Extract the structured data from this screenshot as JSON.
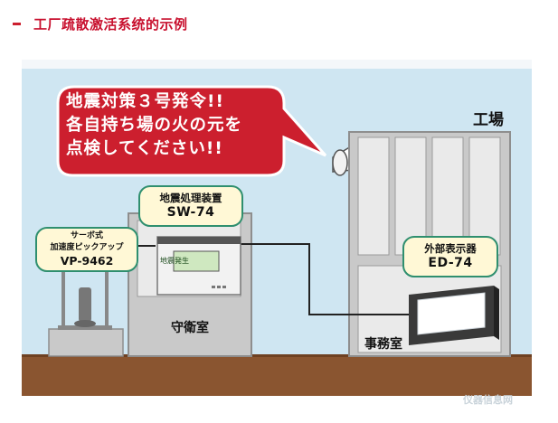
{
  "heading": {
    "title": "工厂疏散激活系统的示例"
  },
  "bubble": {
    "lines": [
      "地震対策３号発令!!",
      "各自持ち場の火の元を",
      "点検してください!!"
    ]
  },
  "factory": {
    "title": "工場",
    "office": "事務室"
  },
  "guard_room": {
    "title": "守衛室"
  },
  "processor": {
    "name": "地震処理装置",
    "model": "SW-74",
    "screen_text": "地震発生"
  },
  "pickup": {
    "name_line1": "サーボ式",
    "name_line2": "加速度ピックアップ",
    "model": "VP-9462"
  },
  "display": {
    "name": "外部表示器",
    "model": "ED-74"
  },
  "watermark": {
    "text": "仪器信息网"
  },
  "colors": {
    "accent": "#c8102e",
    "sky": "#cfe6f2",
    "ground": "#8a5530",
    "building": "#c9c9c9",
    "cable": "#222222"
  }
}
